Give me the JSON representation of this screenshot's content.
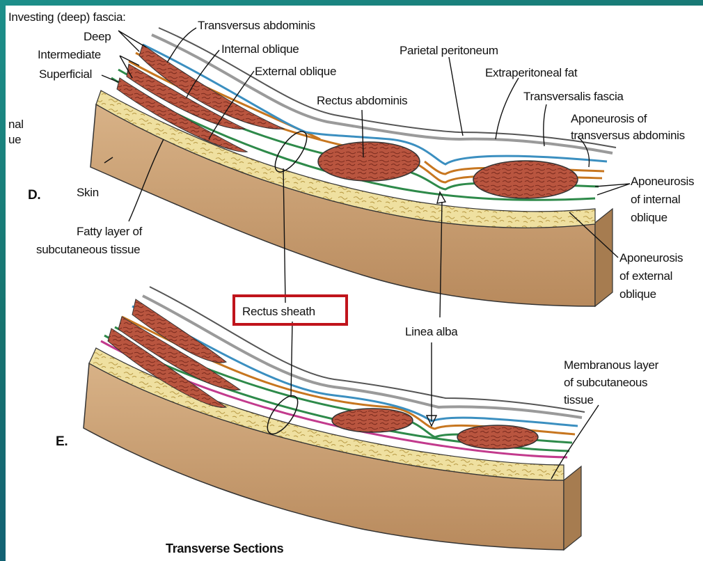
{
  "colors": {
    "slide_bg": "#16736f",
    "skin": "#c99f74",
    "fat": "#efe0a0",
    "muscle": "#b9553f",
    "external_oblique_fascia": "#2e8a4a",
    "internal_oblique_fascia": "#c7761f",
    "transversus_fascia": "#3b8fc0",
    "peritoneum": "#9a9a9a",
    "membranous_layer": "#c23a8d",
    "highlight_box": "#c0141c"
  },
  "labels": {
    "investing_fascia": "Investing (deep) fascia:",
    "deep": "Deep",
    "intermediate": "Intermediate",
    "superficial": "Superficial",
    "cut_line1": "nal",
    "cut_line2": "ue",
    "transversus_abdominis": "Transversus abdominis",
    "internal_oblique": "Internal oblique",
    "external_oblique": "External oblique",
    "parietal_peritoneum": "Parietal peritoneum",
    "extraperitoneal_fat": "Extraperitoneal fat",
    "rectus_abdominis": "Rectus abdominis",
    "transversalis_fascia": "Transversalis fascia",
    "apo_transversus_1": "Aponeurosis of",
    "apo_transversus_2": "transversus abdominis",
    "apo_internal_1": "Aponeurosis",
    "apo_internal_2": "of internal",
    "apo_internal_3": "oblique",
    "apo_external_1": "Aponeurosis",
    "apo_external_2": "of external",
    "apo_external_3": "oblique",
    "section_d": "D.",
    "section_e": "E.",
    "skin": "Skin",
    "fatty_layer_1": "Fatty layer of",
    "fatty_layer_2": "subcutaneous tissue",
    "rectus_sheath": "Rectus sheath",
    "linea_alba": "Linea alba",
    "membranous_1": "Membranous layer",
    "membranous_2": "of subcutaneous",
    "membranous_3": "tissue",
    "caption": "Transverse Sections"
  }
}
